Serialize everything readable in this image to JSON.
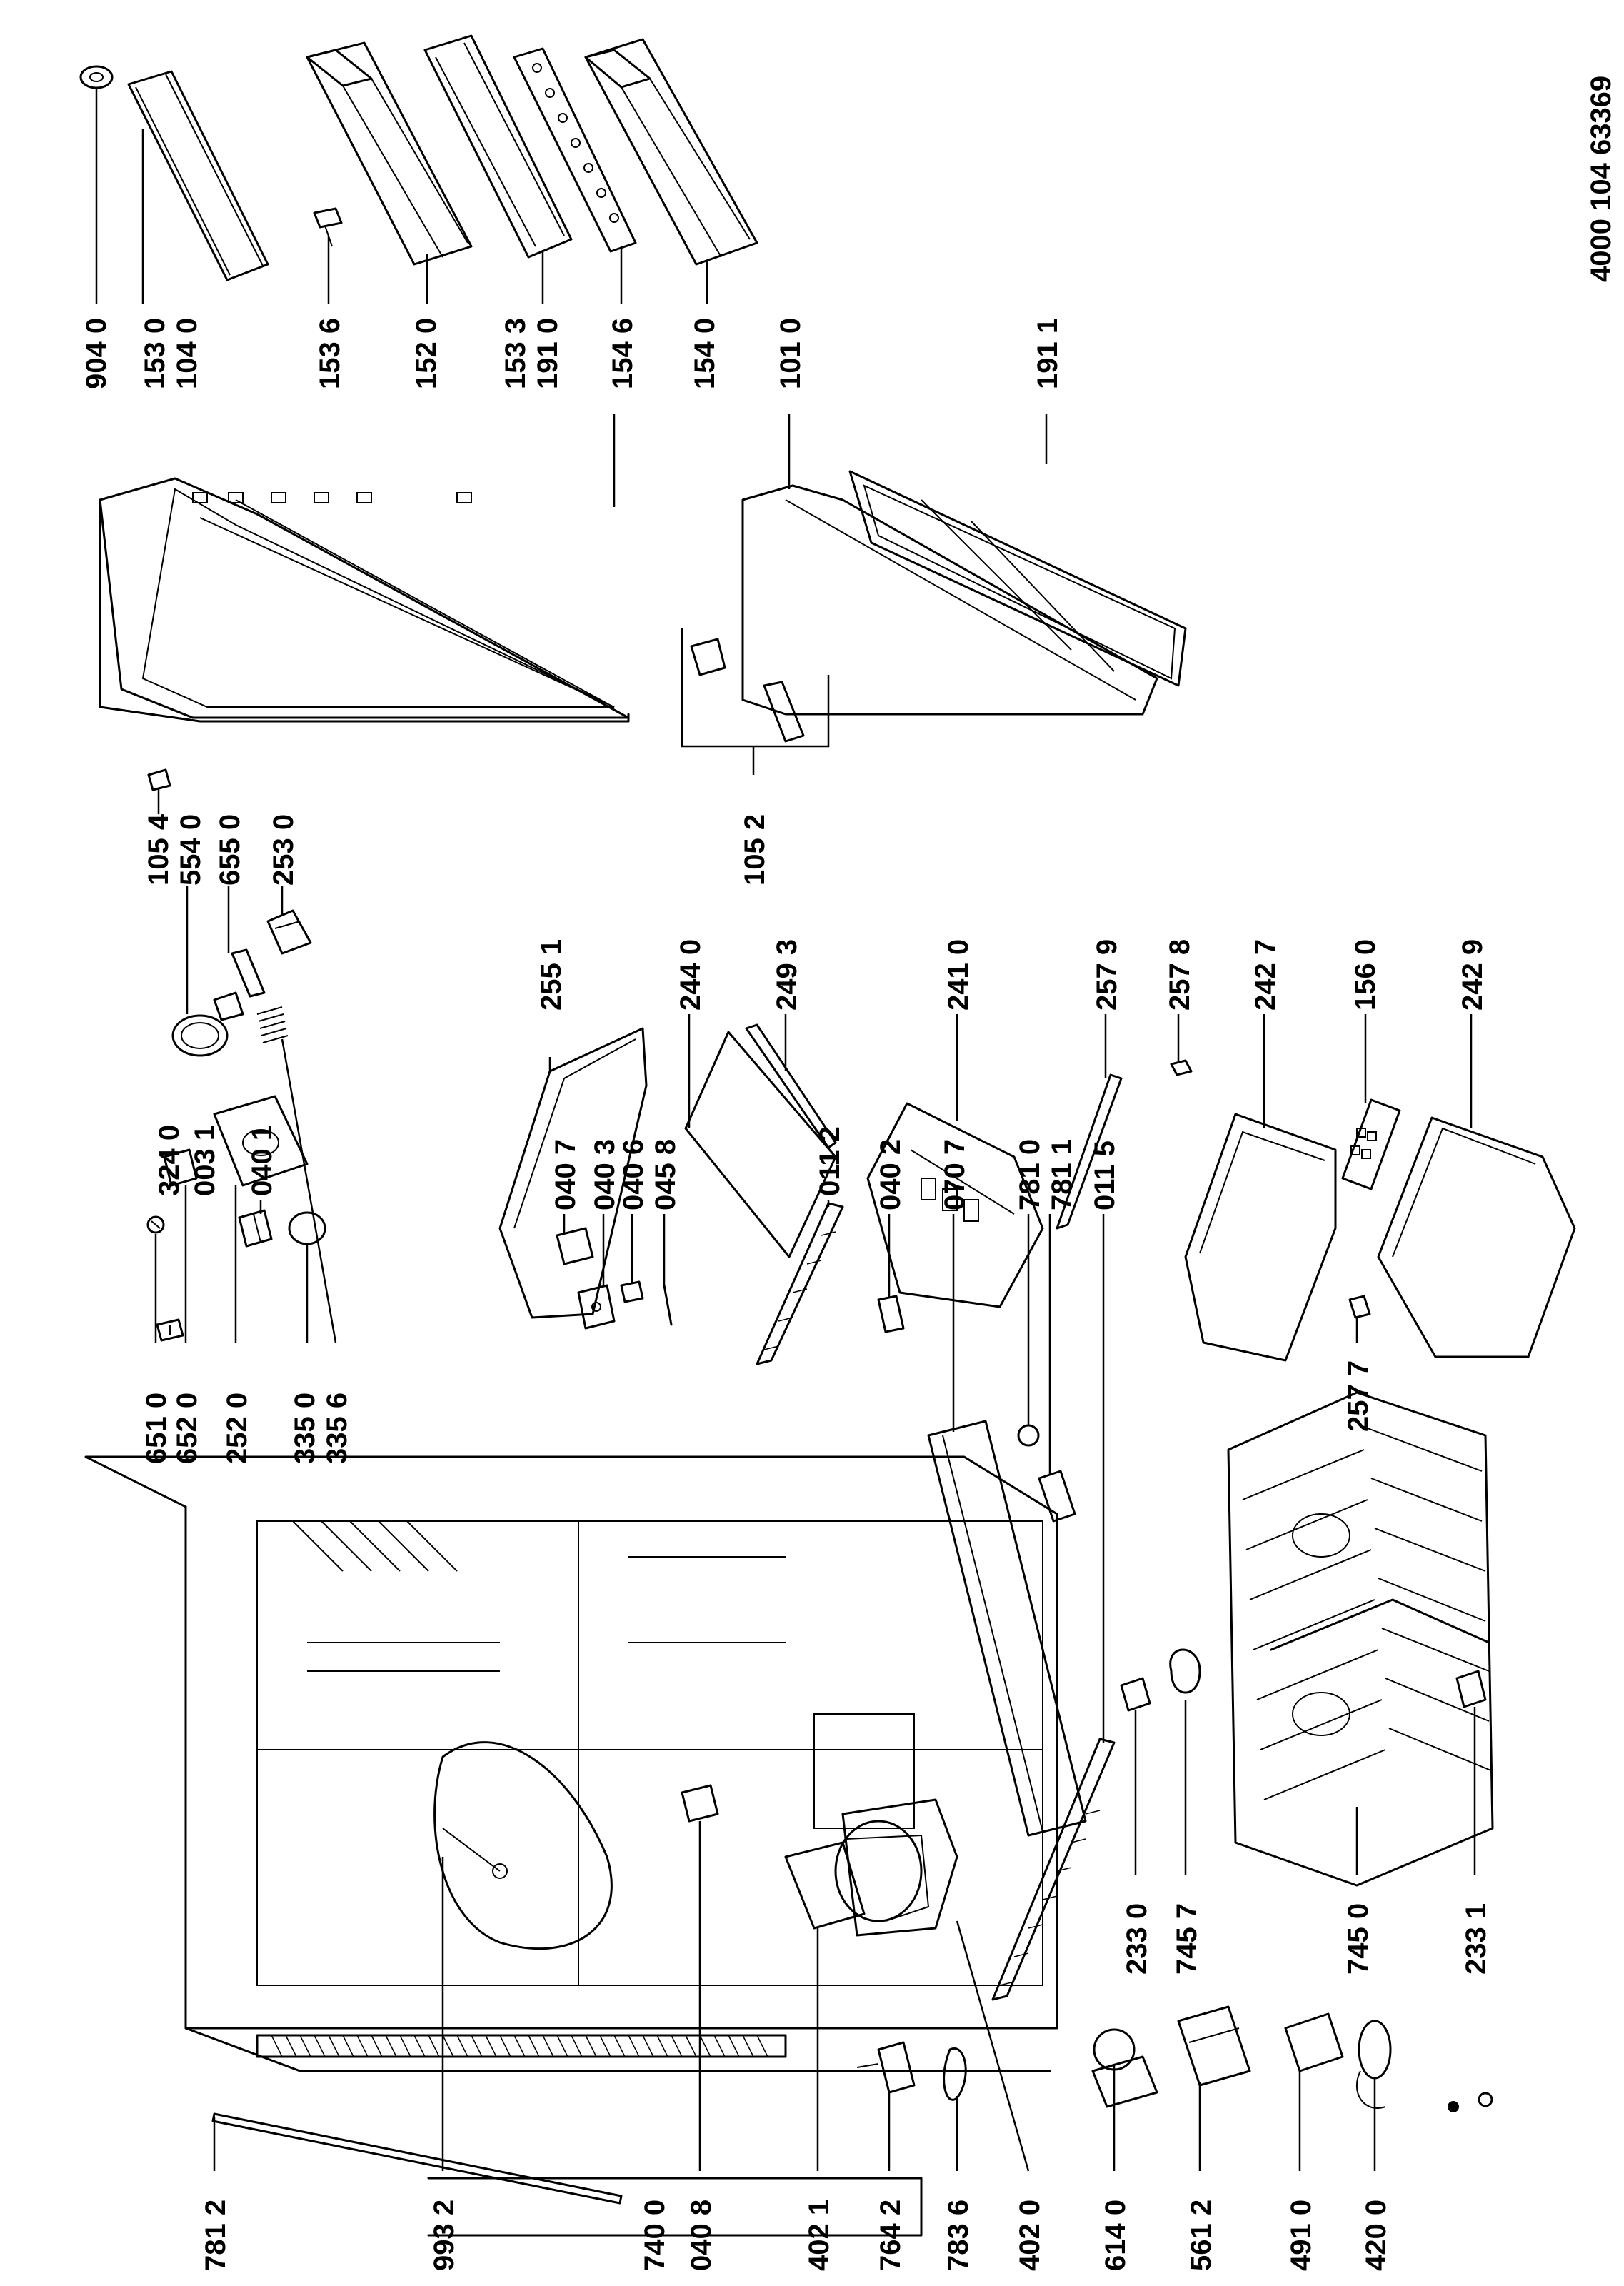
{
  "document_number": "4000 104 63369",
  "labels": {
    "l9040": "904 0",
    "l1530": "153 0",
    "l1040": "104 0",
    "l1536": "153 6",
    "l1520": "152 0",
    "l1533": "153 3",
    "l1910": "191 0",
    "l1546": "154 6",
    "l1540": "154 0",
    "l1010": "101 0",
    "l1911": "191 1",
    "l1054": "105 4",
    "l5540": "554 0",
    "l6550": "655 0",
    "l2530": "253 0",
    "l1052": "105 2",
    "l6510": "651 0",
    "l6520": "652 0",
    "l2520": "252 0",
    "l3350": "335 0",
    "l3356": "335 6",
    "l2551": "255 1",
    "l2440": "244 0",
    "l2493": "249 3",
    "l2410": "241 0",
    "l2579": "257 9",
    "l2578": "257 8",
    "l2427": "242 7",
    "l1560": "156 0",
    "l2429": "242 9",
    "l2577": "257 7",
    "l3240": "324 0",
    "l0031": "003 1",
    "l0401": "040 1",
    "l0407": "040 7",
    "l0403": "040 3",
    "l0406": "040 6",
    "l0458": "045 8",
    "l0112": "011 2",
    "l0402": "040 2",
    "l0707": "070 7",
    "l7810": "781 0",
    "l7811": "781 1",
    "l0115": "011 5",
    "l2330": "233 0",
    "l7457": "745 7",
    "l7450": "745 0",
    "l2331": "233 1",
    "l7812": "781 2",
    "l9932": "993 2",
    "l7400": "740 0",
    "l0408": "040 8",
    "l4021": "402 1",
    "l7642": "764 2",
    "l7836": "783 6",
    "l4020": "402 0",
    "l6140": "614 0",
    "l5612": "561 2",
    "l4910": "491 0",
    "l4200": "420 0"
  }
}
